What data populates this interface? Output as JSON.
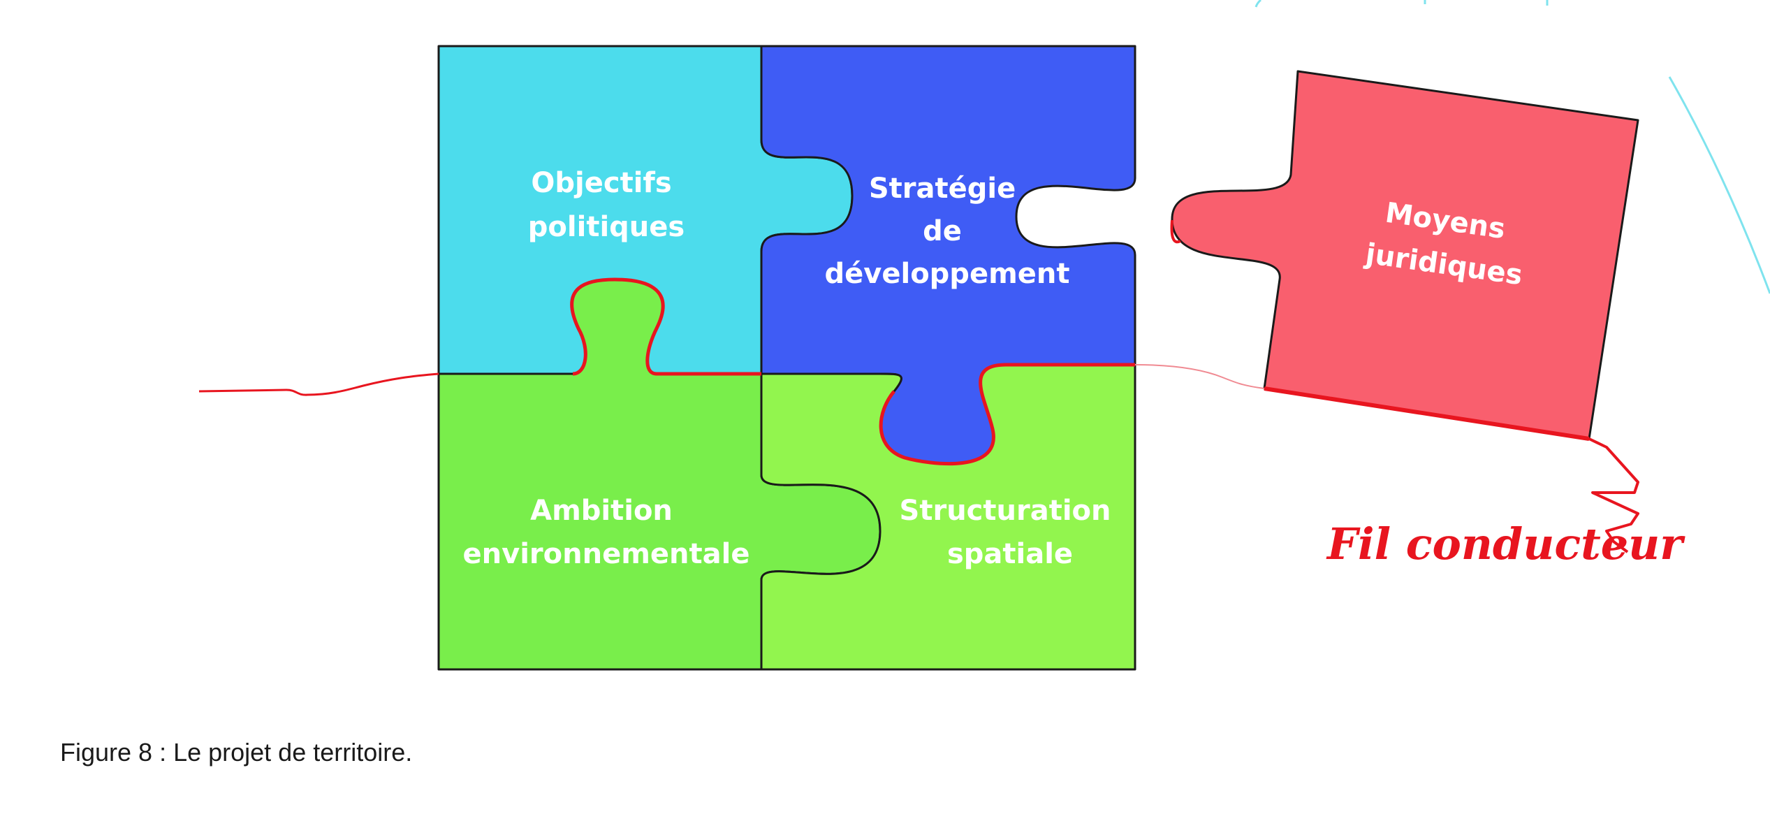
{
  "pieces": {
    "objectifs": {
      "lines": [
        "Objectifs",
        "politiques"
      ],
      "color": "#4cdcec"
    },
    "strategie": {
      "lines": [
        "Stratégie",
        "de",
        "développement"
      ],
      "color": "#3f5cf5"
    },
    "ambition": {
      "lines": [
        "Ambition",
        "environnementale"
      ],
      "color": "#79ee4b"
    },
    "structuration": {
      "lines": [
        "Structuration",
        "spatiale"
      ],
      "color": "#92f54e"
    },
    "moyens": {
      "lines": [
        "Moyens",
        "juridiques"
      ],
      "color": "#f95f6e"
    }
  },
  "thread": {
    "label": "Fil conducteur",
    "color": "#e8151f"
  },
  "caption": "Figure 8 : Le projet de territoire."
}
